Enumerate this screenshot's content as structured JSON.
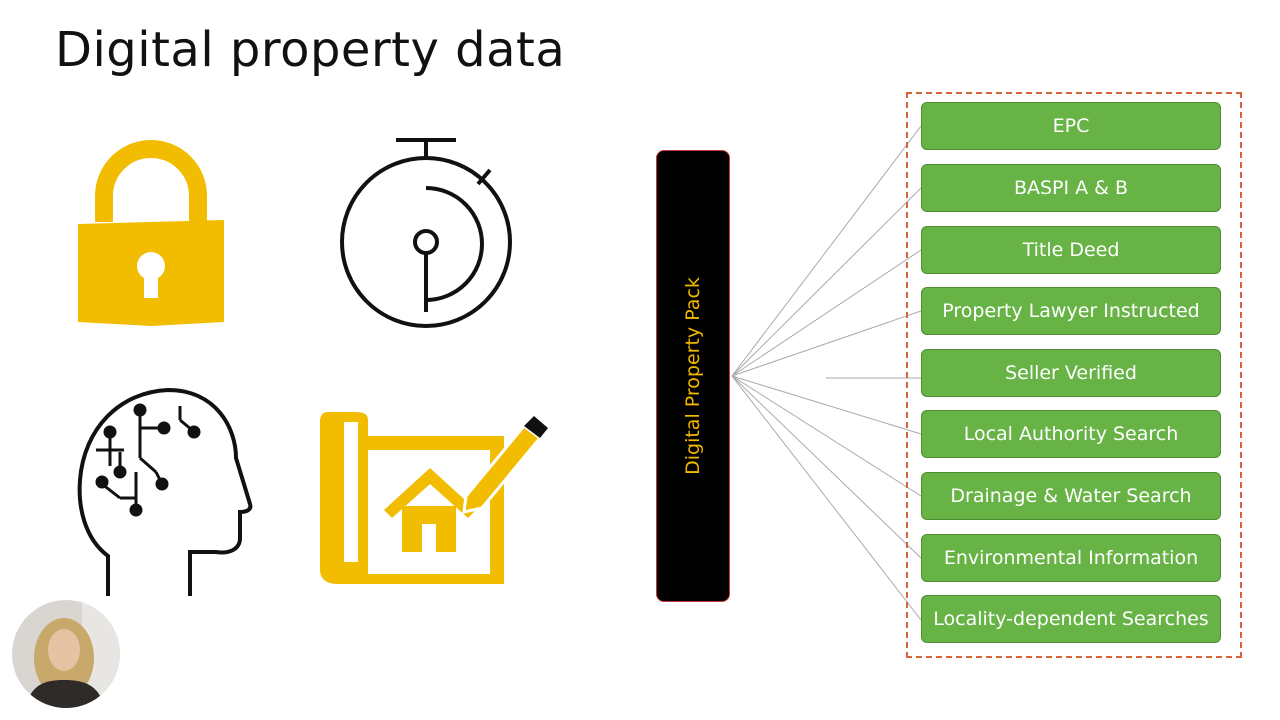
{
  "title": "Digital property data",
  "pack": {
    "label": "Digital Property Pack"
  },
  "items": [
    {
      "label": "EPC"
    },
    {
      "label": "BASPI A & B"
    },
    {
      "label": "Title Deed"
    },
    {
      "label": "Property Lawyer Instructed"
    },
    {
      "label": "Seller Verified"
    },
    {
      "label": "Local Authority Search"
    },
    {
      "label": "Drainage & Water Search"
    },
    {
      "label": "Environmental Information"
    },
    {
      "label": "Locality-dependent Searches"
    }
  ],
  "icons": [
    "lock-icon",
    "stopwatch-icon",
    "brain-head-icon",
    "house-plan-icon"
  ],
  "colors": {
    "accent": "#f2bd00",
    "item_green": "#67b346",
    "frame_dash": "#d9633a",
    "bar": "#000000"
  }
}
